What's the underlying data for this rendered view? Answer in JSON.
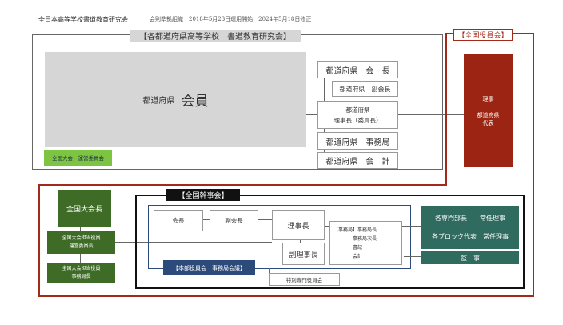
{
  "header": {
    "org": "全日本高等学校書道教育研究会",
    "note": "会則準拠組織　2018年5月23日運用開始　2024年5月18日修正"
  },
  "prefectural": {
    "title": "【各都道府県高等学校　書道教育研究会】",
    "members_prefix": "都道府県",
    "members": "会員",
    "president": "都道府県　会　長",
    "vice_president": "都道府県　副会長",
    "director": "都道府県\n理事長（委員長）",
    "secretariat": "都道府県　事務局",
    "treasurer": "都道府県　会　計",
    "committee": "全国大会　運営委員会"
  },
  "national_board": {
    "title": "【全国役員会】",
    "rep": "理事\n\n都道府県\n代表"
  },
  "convention": {
    "chair": "全国大会長",
    "committee_chair": "全国大会担当役員\n運営委員長",
    "secretary_general": "全国大会担当役員\n事務局長"
  },
  "executive": {
    "title": "【全国幹事会】",
    "president": "会長",
    "vice_president": "副会長",
    "director": "理事長",
    "vice_director": "副理事長",
    "secretariat": "【事務局】事務局長\n　　　　事務局次長\n　　　　書記\n　　　　会計",
    "hq": "【本部役員会　事務局会議】",
    "special": "特別専門役員会",
    "dept_heads": "各専門部長　　常任理事",
    "block_reps": "各ブロック代表　常任理事",
    "auditor": "監　事"
  }
}
